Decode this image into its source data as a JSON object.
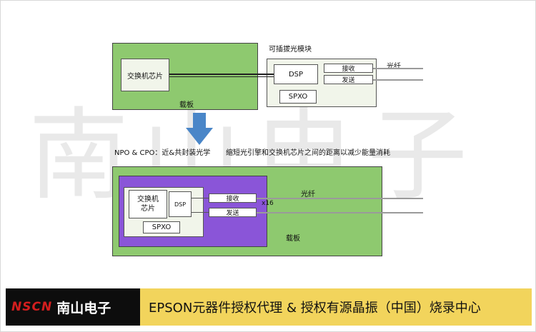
{
  "watermark": "南山电子",
  "top_diagram": {
    "module_title": "可插拔光模块",
    "switch_chip": "交换机芯片",
    "carrier": "载板",
    "dsp": "DSP",
    "rx": "接收",
    "tx": "发送",
    "spxo": "SPXO",
    "fiber": "光纤"
  },
  "transition": {
    "npo_label": "NPO & CPO：近&共封装光学",
    "benefit": "缩短光引擎和交换机芯片之间的距离以减少能量消耗"
  },
  "bottom_diagram": {
    "switch_chip": "交换机\n芯片",
    "dsp": "DSP",
    "rx": "接收",
    "tx": "发送",
    "multiplier": "x16",
    "spxo": "SPXO",
    "fiber": "光纤",
    "carrier": "载板"
  },
  "footer": {
    "logo_en": "NSCN",
    "logo_cn": "南山电子",
    "banner": "EPSON元器件授权代理 & 授权有源晶振（中国）烧录中心"
  },
  "colors": {
    "board_green": "#8ec96f",
    "purple": "#8a55d8",
    "arrow_blue": "#4a86c8",
    "banner_yellow": "#f2d45c",
    "logo_red": "#d31e1e"
  },
  "icons": [
    "down-arrow-icon"
  ]
}
